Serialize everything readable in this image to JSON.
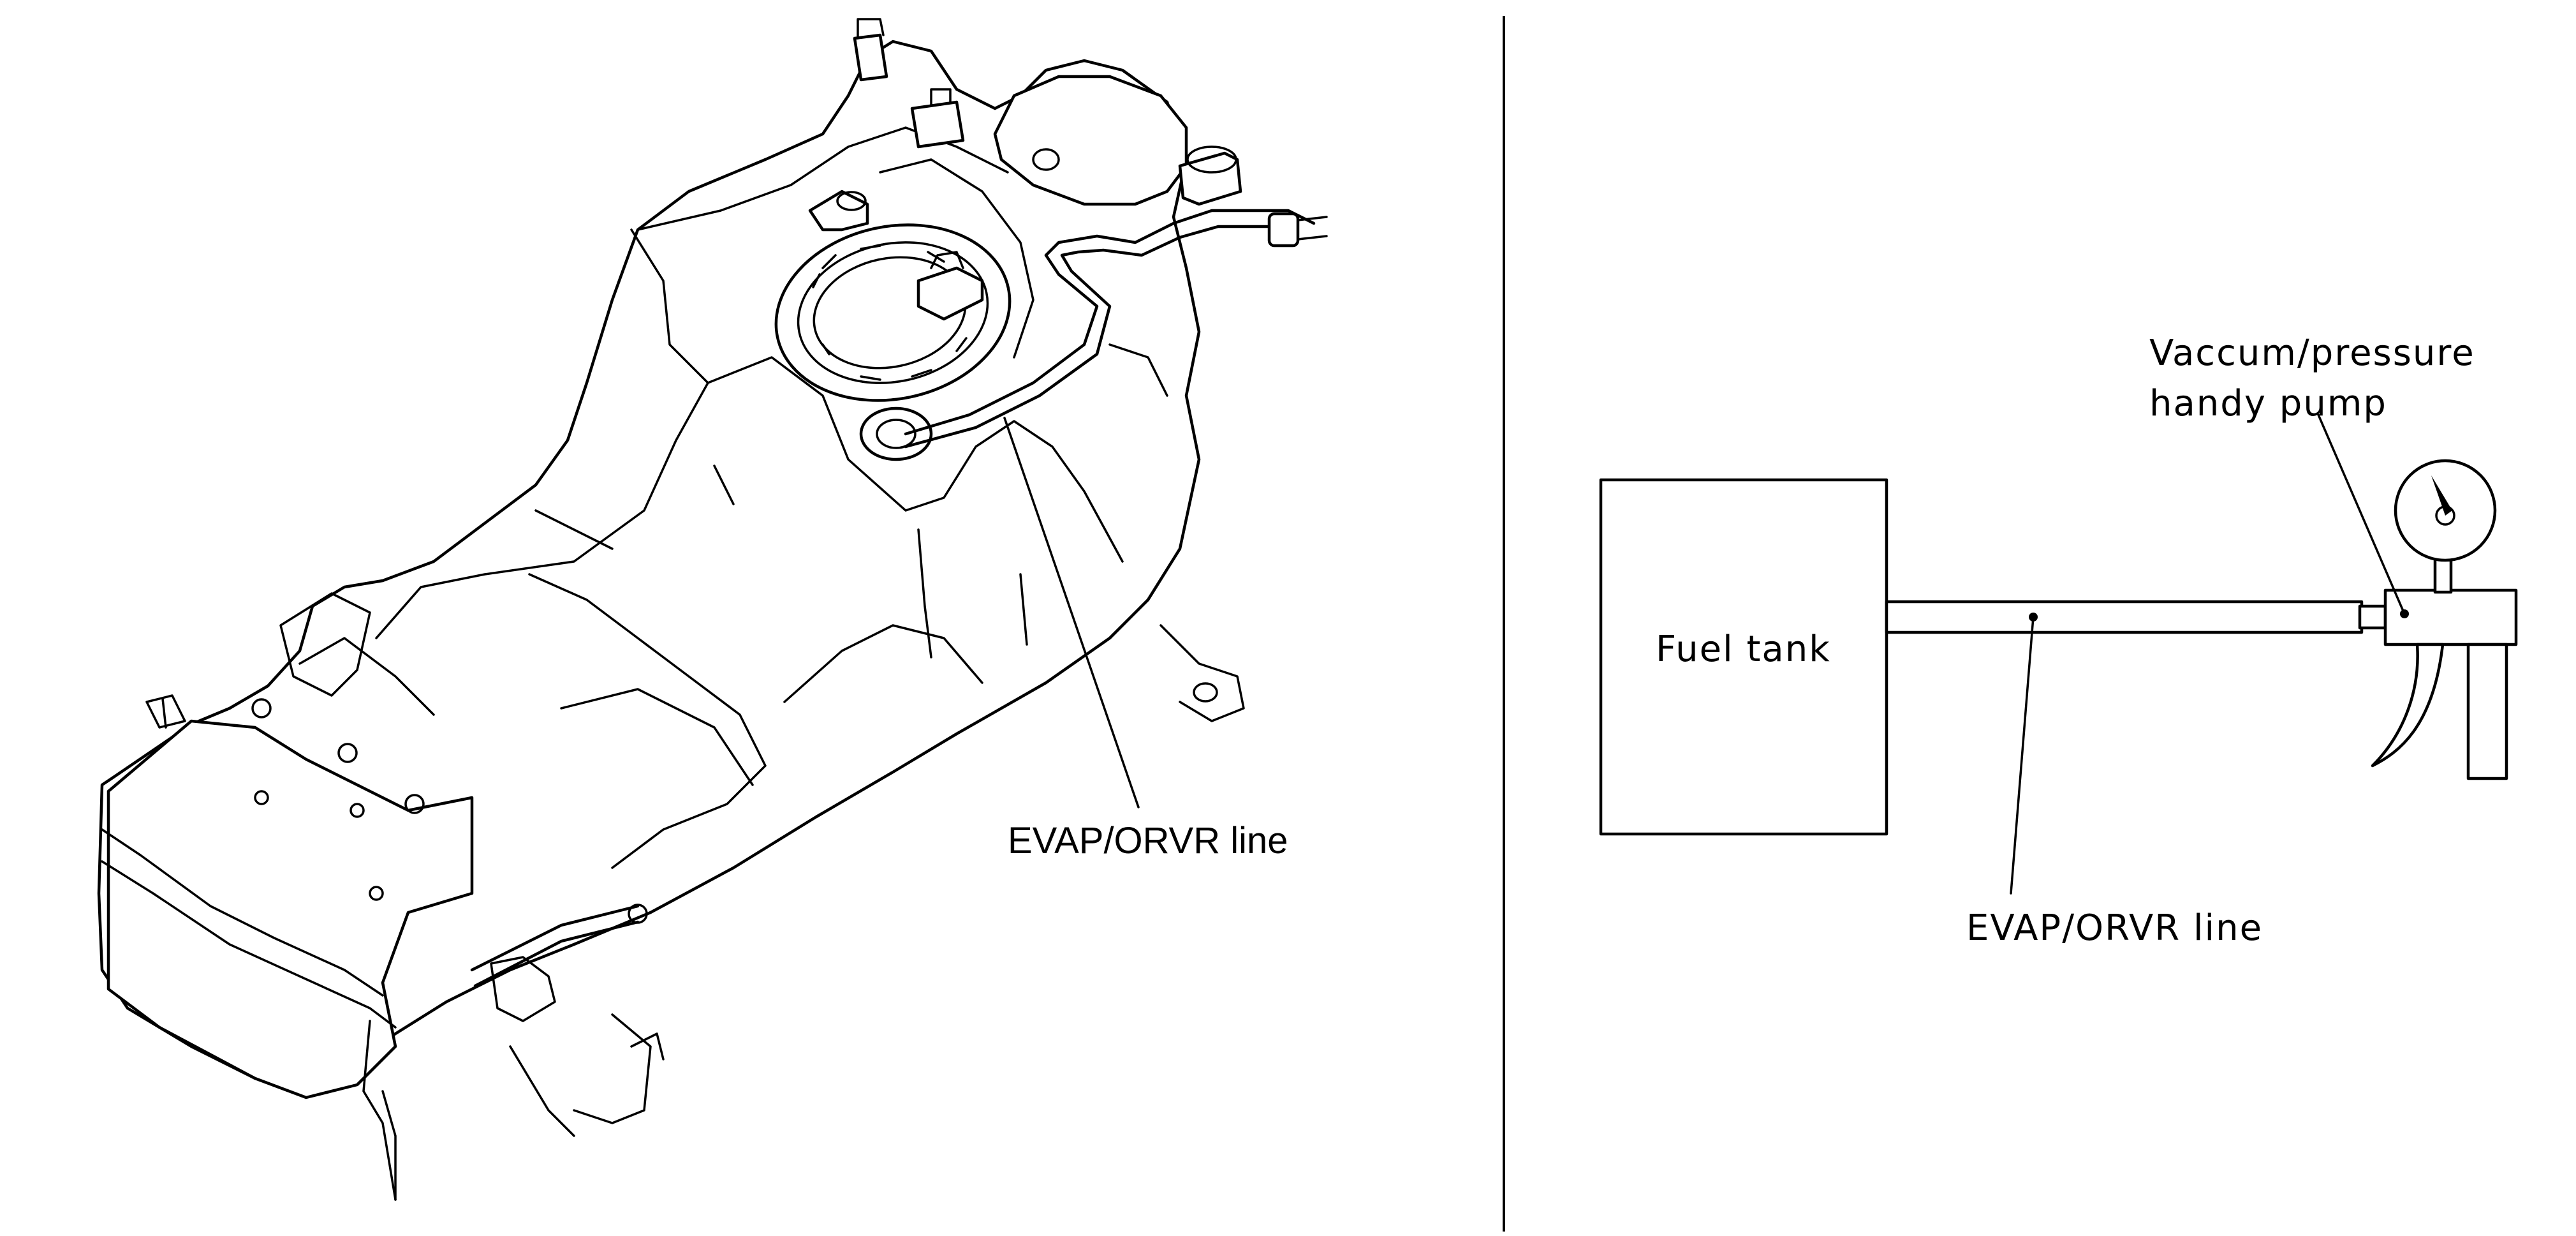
{
  "left_panel": {
    "callout": "EVAP/ORVR line"
  },
  "right_panel": {
    "tank_label": "Fuel tank",
    "line_label": "EVAP/ORVR line",
    "pump_label_line1": "Vaccum/pressure",
    "pump_label_line2": "handy pump"
  }
}
